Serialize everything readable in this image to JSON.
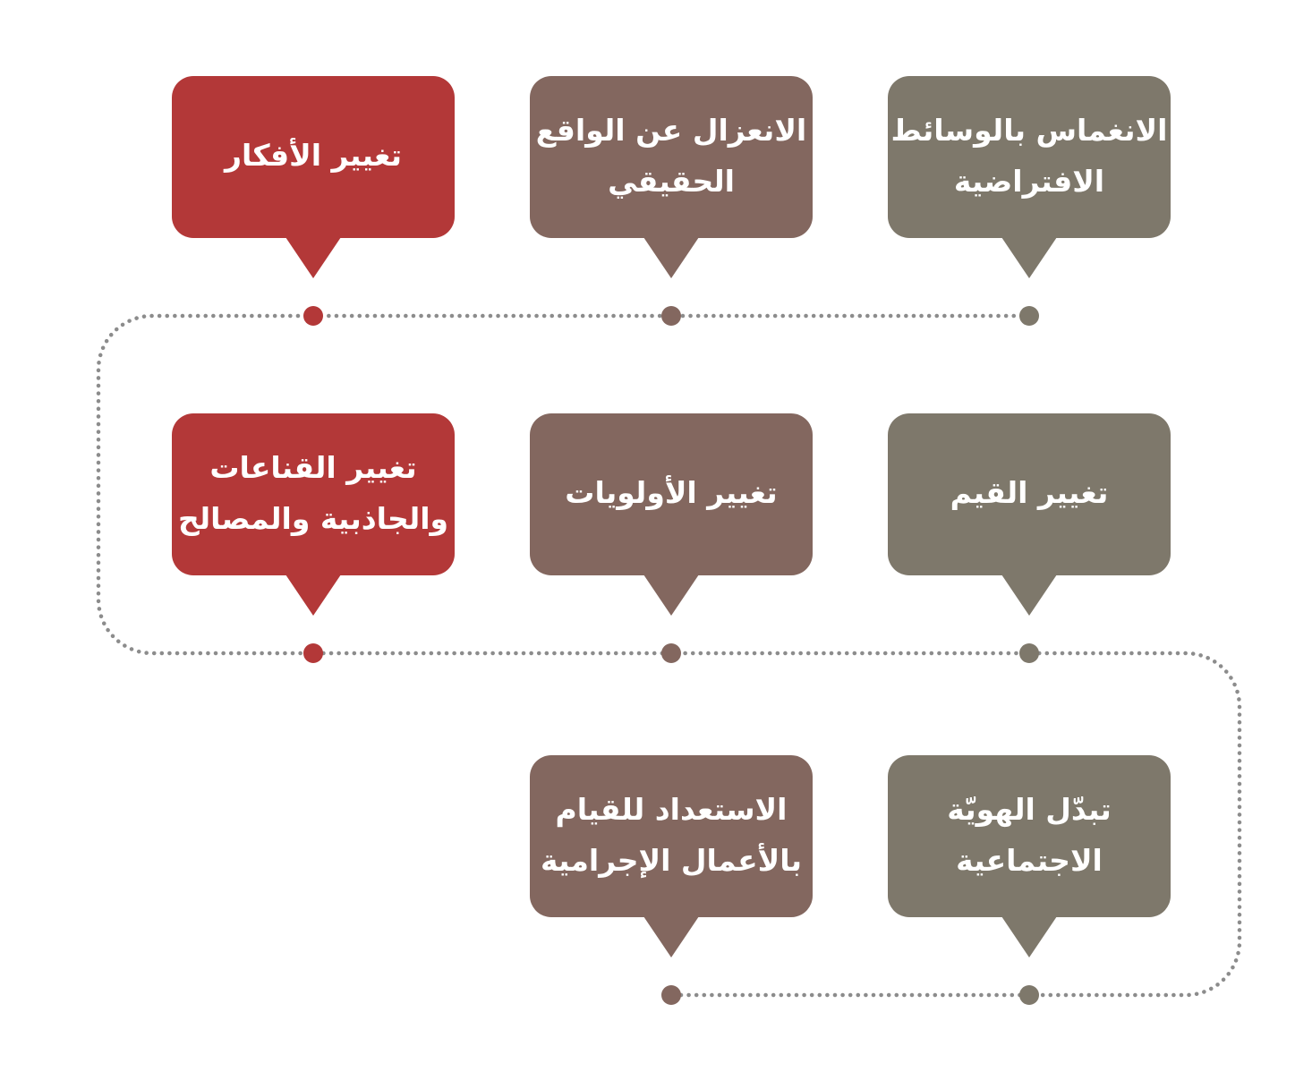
{
  "colors": {
    "grey": "#7e786b",
    "brown": "#83675f",
    "red": "#b33838",
    "connector": "#8c8c8c"
  },
  "steps": [
    {
      "lines": [
        "الانغماس بالوسائط",
        "الافتراضية"
      ],
      "color": "grey"
    },
    {
      "lines": [
        "الانعزال عن الواقع",
        "الحقيقي"
      ],
      "color": "brown"
    },
    {
      "lines": [
        "تغيير الأفكار"
      ],
      "color": "red"
    },
    {
      "lines": [
        "تغيير القيم"
      ],
      "color": "grey"
    },
    {
      "lines": [
        "تغيير الأولويات"
      ],
      "color": "brown"
    },
    {
      "lines": [
        "تغيير القناعات",
        "والجاذبية والمصالح"
      ],
      "color": "red"
    },
    {
      "lines": [
        "تبدّل الهويّة",
        "الاجتماعية"
      ],
      "color": "grey"
    },
    {
      "lines": [
        "الاستعداد للقيام",
        "بالأعمال الإجرامية"
      ],
      "color": "brown"
    }
  ]
}
